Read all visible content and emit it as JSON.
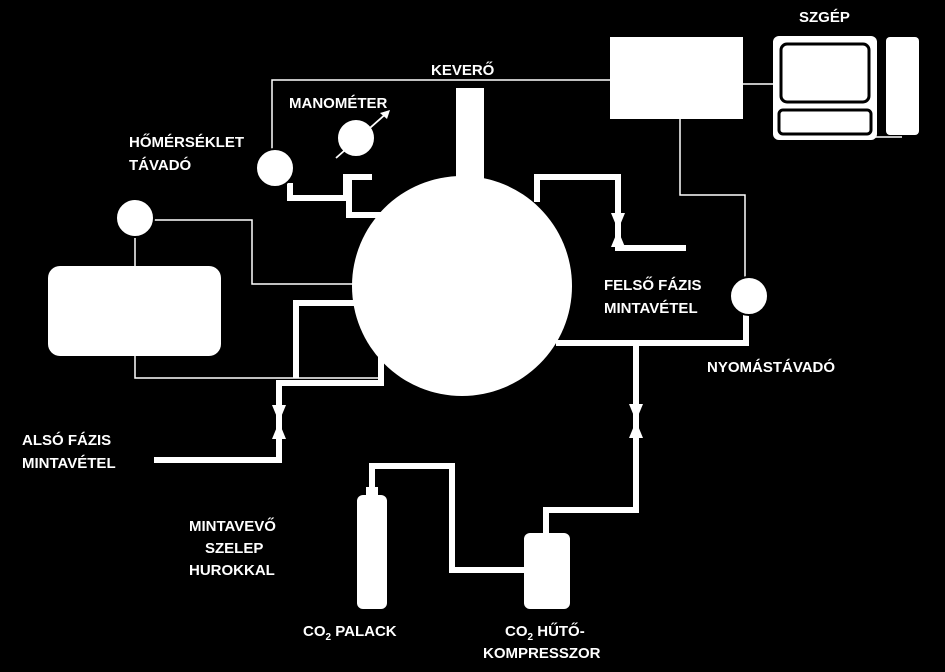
{
  "labels": {
    "keverő": "KEVERŐ",
    "manométer": "MANOMÉTER",
    "hőmérséklet_1": "HŐMÉRSÉKLET",
    "hőmérséklet_2": "TÁVADÓ",
    "szgép": "SZGÉP",
    "felső_1": "FELSŐ FÁZIS",
    "felső_2": "MINTAVÉTEL",
    "nyomástávadó": "NYOMÁSTÁVADÓ",
    "alsó_1": "ALSÓ FÁZIS",
    "alsó_2": "MINTAVÉTEL",
    "mintavevő_1": "MINTAVEVŐ",
    "mintavevő_2": "SZELEP",
    "mintavevő_3": "HUROKKAL",
    "co2_palack_prefix": "CO",
    "co2_palack_sub": "2",
    "co2_palack_suffix": " PALACK",
    "co2_hűtő_prefix": "CO",
    "co2_hűtő_sub": "2",
    "co2_hűtő_suffix": " HŰTŐ-",
    "kompresszor": "KOMPRESSZOR"
  },
  "colors": {
    "background": "#000000",
    "foreground": "#ffffff"
  }
}
